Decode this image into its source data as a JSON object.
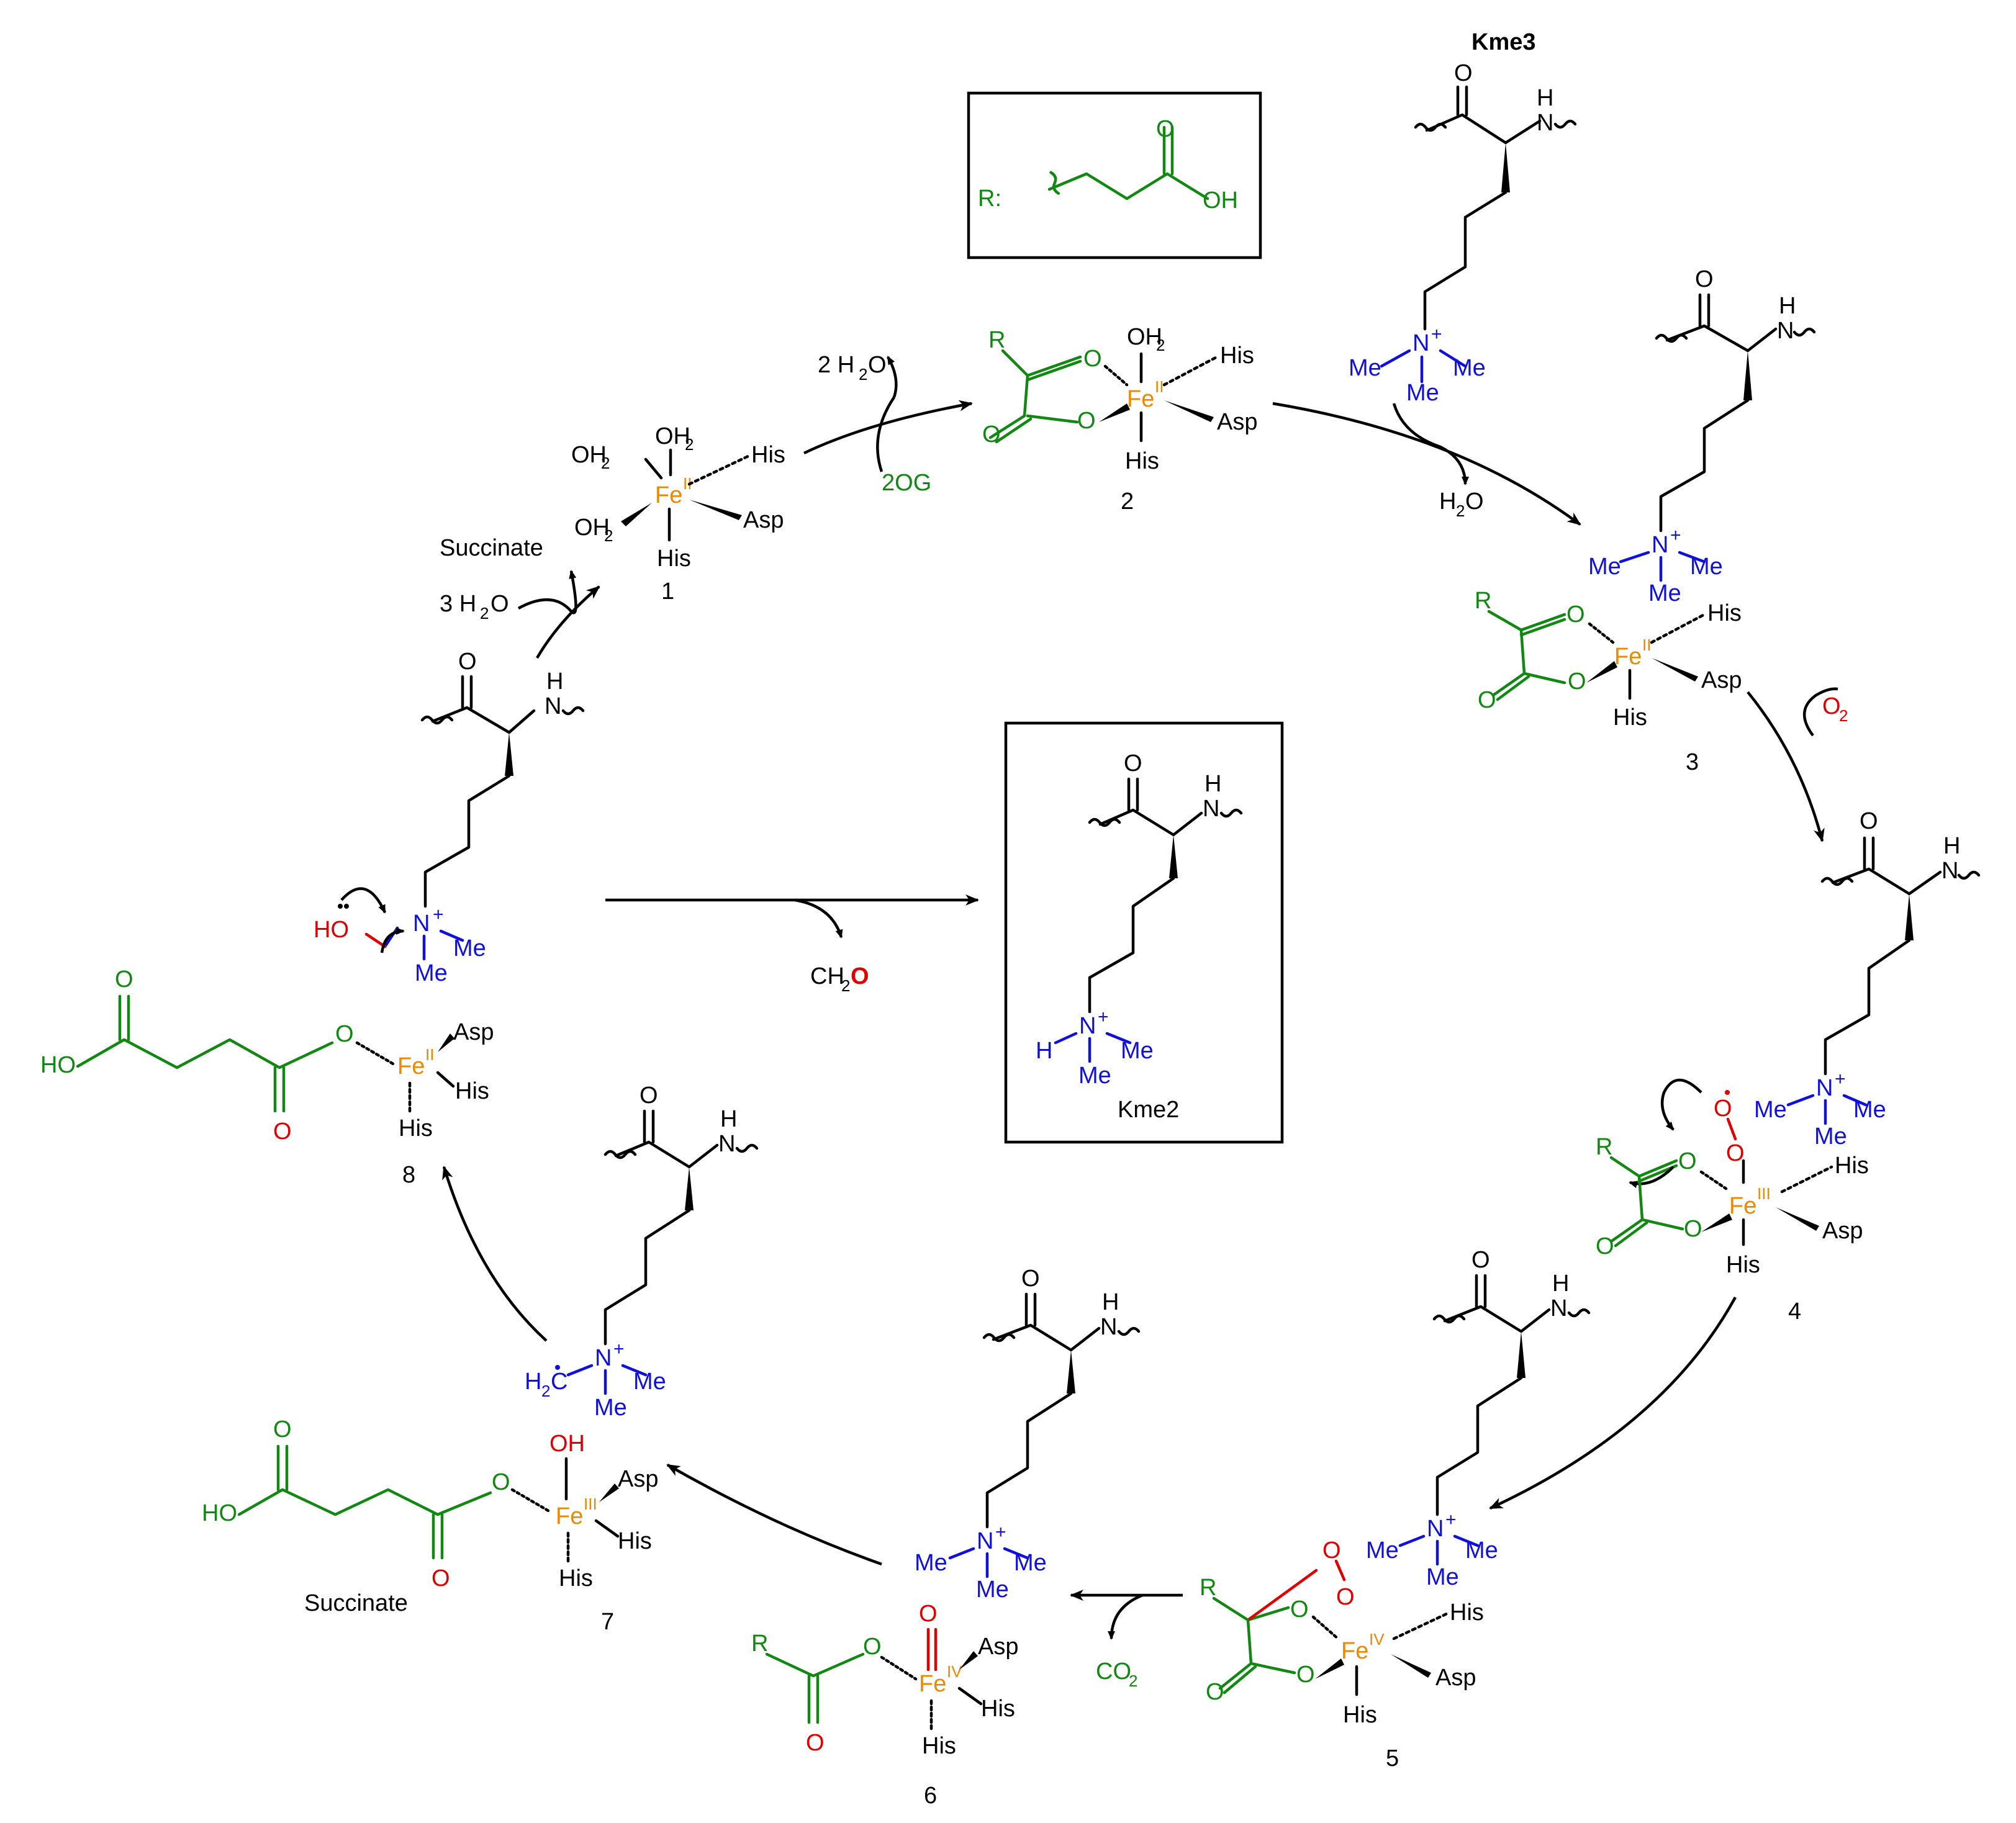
{
  "colors": {
    "lysine": "#000000",
    "methyl": "#1010dd",
    "cosubstrate": "#118811",
    "iron": "#ee8800",
    "oxygen": "#e00000"
  },
  "r_box": {
    "r_label": "R:",
    "oh": "OH",
    "o": "O"
  },
  "kme3_label": "Kme3",
  "kme2_label": "Kme2",
  "lysine": {
    "o": "O",
    "h": "H",
    "n": "N"
  },
  "methyl": {
    "n": "N",
    "plus": "+",
    "me": "Me",
    "h": "H",
    "h2c": "H",
    "h2c_sub": "2",
    "h2c_c": "C"
  },
  "iron": {
    "fe": "Fe",
    "ox2": "II",
    "ox3": "III",
    "ox4": "IV"
  },
  "ligands": {
    "his": "His",
    "asp": "Asp",
    "oh2": "OH",
    "oh2_sub": "2",
    "o": "O",
    "r": "R",
    "oh": "OH",
    "ho": "HO"
  },
  "reagents": {
    "two_h2o": "2 H",
    "two_h2o_tail": "O",
    "h2o": "H",
    "h2o_tail": "O",
    "three_h2o": "3 H",
    "three_h2o_tail": "O",
    "sub2": "2",
    "twoog": "2OG",
    "succinate": "Succinate",
    "o2": "O",
    "co2": "CO",
    "ch2o_a": "CH",
    "ch2o_b": "O"
  },
  "intermediates": [
    "1",
    "2",
    "3",
    "4",
    "5",
    "6",
    "7",
    "8"
  ]
}
